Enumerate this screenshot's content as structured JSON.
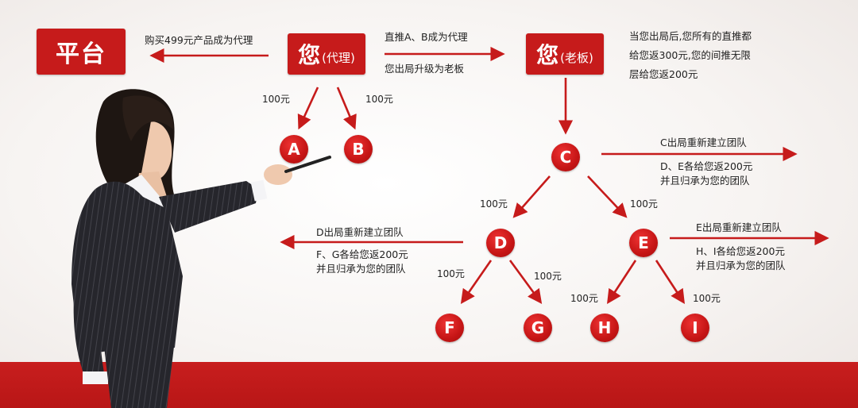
{
  "platform": {
    "label": "平台"
  },
  "agent_box": {
    "main": "您",
    "sub": "(代理)"
  },
  "boss_box": {
    "main": "您",
    "sub": "(老板)"
  },
  "edges": {
    "agent_to_platform": "购买499元产品成为代理",
    "agent_to_boss_top": "直推A、B成为代理",
    "agent_to_boss_bottom": "您出局升级为老板"
  },
  "boss_note": [
    "当您出局后,您所有的直推都",
    "给您返300元,您的间推无限",
    "层给您返200元"
  ],
  "nodes": {
    "a": "A",
    "b": "B",
    "c": "C",
    "d": "D",
    "e": "E",
    "f": "F",
    "g": "G",
    "h": "H",
    "i": "I"
  },
  "amounts": {
    "agent_a": "100元",
    "agent_b": "100元",
    "c_d": "100元",
    "c_e": "100元",
    "d_f": "100元",
    "d_g": "100元",
    "e_h": "100元",
    "e_i": "100元"
  },
  "c_note": [
    "C出局重新建立团队",
    "D、E各给您返200元",
    "并且归承为您的团队"
  ],
  "d_note": [
    "D出局重新建立团队",
    "F、G各给您返200元",
    "并且归承为您的团队"
  ],
  "e_note": [
    "E出局重新建立团队",
    "H、I各给您返200元",
    "并且归承为您的团队"
  ],
  "colors": {
    "accent": "#c61b1b",
    "band": "#c81e1e"
  }
}
